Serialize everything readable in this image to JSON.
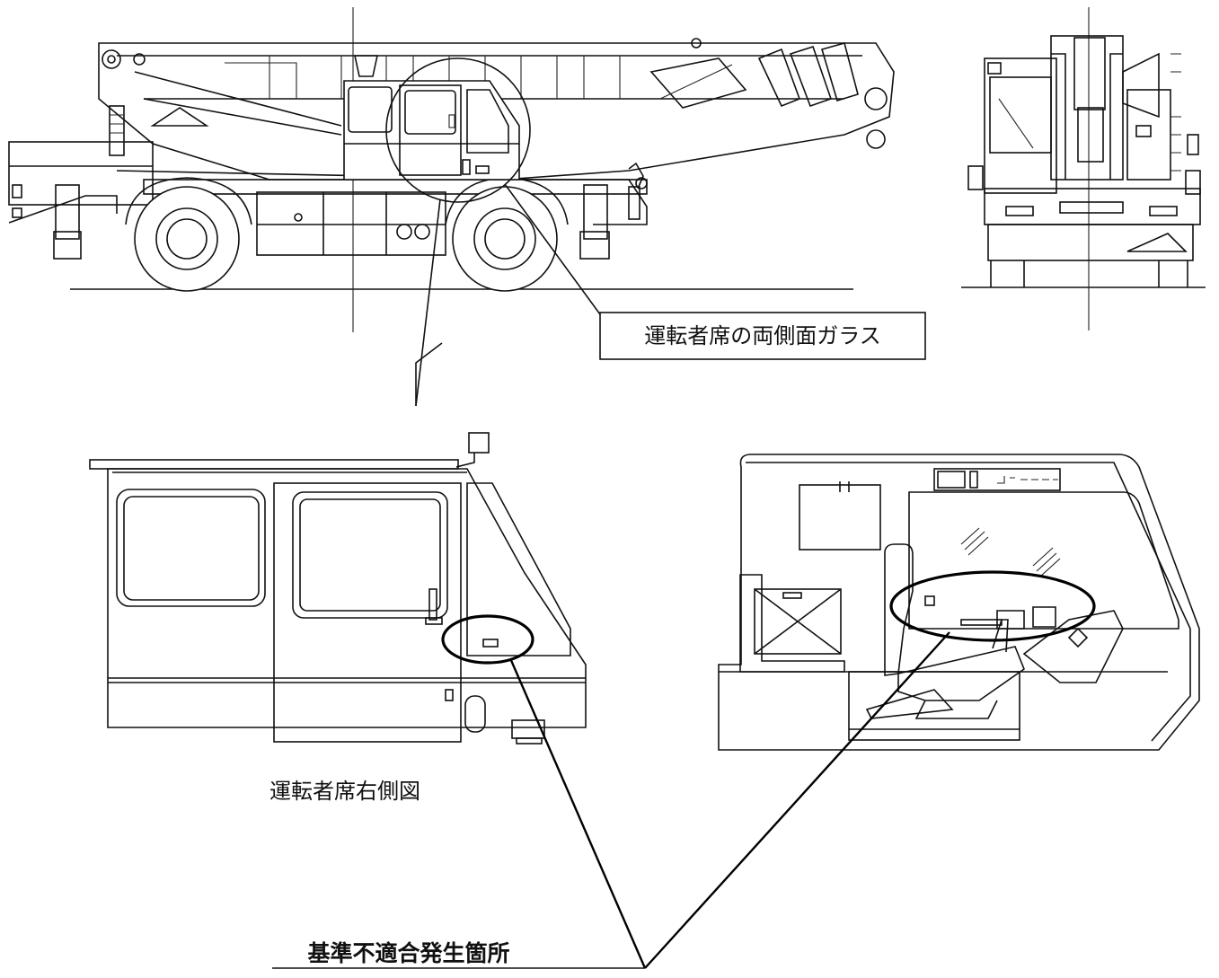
{
  "labels": {
    "side_glass": "運転者席の両側面ガラス",
    "cab_right_view": "運転者席右側図",
    "nonconformity_location": "基準不適合発生箇所"
  }
}
